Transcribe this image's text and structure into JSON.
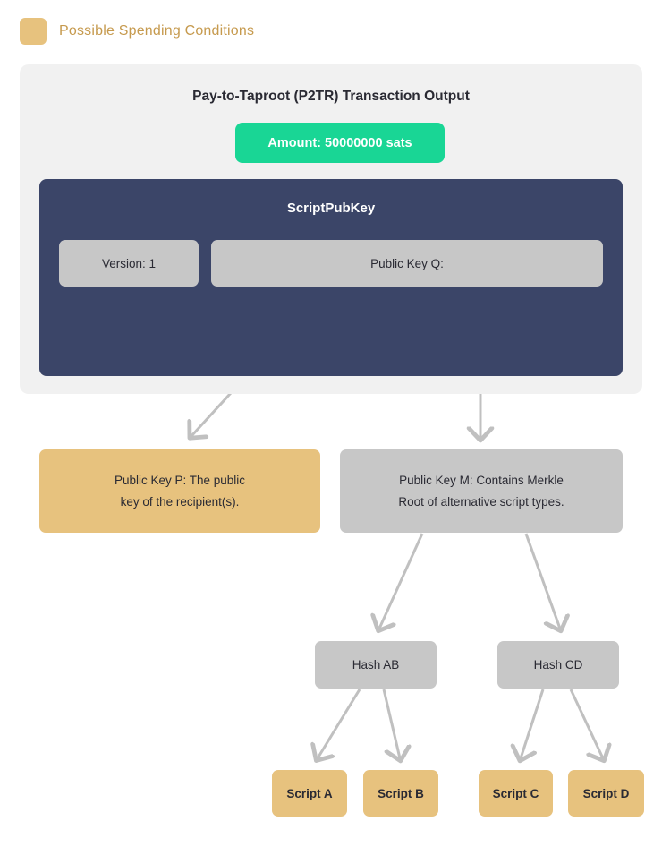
{
  "legend": {
    "swatch_color": "#e7c27e",
    "label": "Possible Spending Conditions",
    "label_color": "#c69a4e"
  },
  "card": {
    "title": "Pay-to-Taproot (P2TR) Transaction Output",
    "background": "#f1f1f1",
    "amount_badge": {
      "label": "Amount: 50000000 sats",
      "color": "#19d695",
      "text_color": "#ffffff"
    },
    "scriptpubkey_panel": {
      "title": "ScriptPubKey",
      "color": "#3b4568",
      "fields": [
        {
          "label": "Version: 1",
          "color": "#c7c7c7"
        },
        {
          "label": "Public Key Q:",
          "color": "#c7c7c7"
        }
      ]
    }
  },
  "tree": {
    "arrow_color": "#c0c0c0",
    "nodes": [
      {
        "id": "pubkey-p",
        "label": "Public Key P: The public key of the recipient(s).",
        "color": "#e7c27e",
        "kind": "spending-condition"
      },
      {
        "id": "pubkey-m",
        "label": "Public Key M: Contains Merkle Root of alternative script types.",
        "color": "#c7c7c7",
        "kind": "merkle-root"
      },
      {
        "id": "hash-ab",
        "label": "Hash AB",
        "color": "#c7c7c7",
        "kind": "hash"
      },
      {
        "id": "hash-cd",
        "label": "Hash CD",
        "color": "#c7c7c7",
        "kind": "hash"
      },
      {
        "id": "script-a",
        "label": "Script A",
        "color": "#e7c27e",
        "kind": "spending-condition"
      },
      {
        "id": "script-b",
        "label": "Script B",
        "color": "#e7c27e",
        "kind": "spending-condition"
      },
      {
        "id": "script-c",
        "label": "Script C",
        "color": "#e7c27e",
        "kind": "spending-condition"
      },
      {
        "id": "script-d",
        "label": "Script D",
        "color": "#e7c27e",
        "kind": "spending-condition"
      }
    ],
    "edges": [
      {
        "from": "public-key-q",
        "to": "pubkey-p"
      },
      {
        "from": "public-key-q",
        "to": "pubkey-m"
      },
      {
        "from": "pubkey-m",
        "to": "hash-ab"
      },
      {
        "from": "pubkey-m",
        "to": "hash-cd"
      },
      {
        "from": "hash-ab",
        "to": "script-a"
      },
      {
        "from": "hash-ab",
        "to": "script-b"
      },
      {
        "from": "hash-cd",
        "to": "script-c"
      },
      {
        "from": "hash-cd",
        "to": "script-d"
      }
    ]
  },
  "pubkey_p_lines": [
    "Public Key P: The public",
    "key of the recipient(s)."
  ],
  "pubkey_m_lines": [
    "Public Key M: Contains Merkle",
    "Root of alternative script types."
  ]
}
